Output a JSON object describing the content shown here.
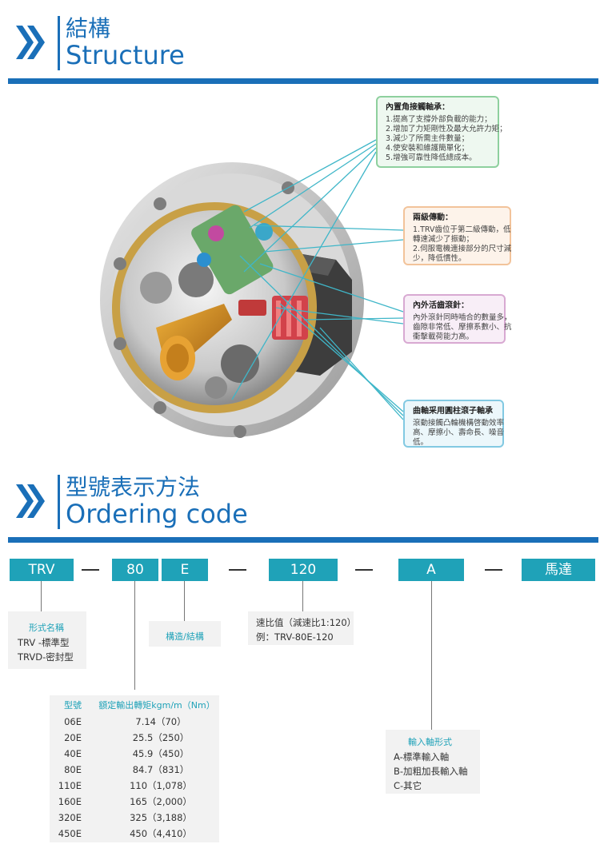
{
  "structure": {
    "title_cn": "結構",
    "title_en": "Structure",
    "callouts": [
      {
        "title": "內置角接觸軸承：",
        "lines": [
          "1.提高了支撐外部負載的能力；",
          "2.增加了力矩剛性及最大允許力矩；",
          "3.減少了所需主件數量；",
          "4.使安裝和維護簡單化；",
          "5.增強可靠性降低總成本。"
        ]
      },
      {
        "title": "兩級傳動：",
        "lines": [
          "1.TRV齒位于第二級傳動，低",
          "   轉速減少了振動；",
          "2.伺服電機連接部分的尺寸減",
          "   少，降低慣性。"
        ]
      },
      {
        "title": "內外活齒滾針：",
        "lines": [
          "內外滾針同時嚙合的數量多，",
          "齒隙非常低、摩擦系數小、抗",
          "衝擊載荷能力高。"
        ]
      },
      {
        "title": "曲軸采用圓柱滾子軸承",
        "lines": [
          "滾動接觸凸輪機構啓動效率",
          "高、摩擦小、壽命長、噪音",
          "低。"
        ]
      }
    ]
  },
  "ordering": {
    "title_cn": "型號表示方法",
    "title_en": "Ordering code",
    "boxes": [
      "TRV",
      "80",
      "E",
      "120",
      "A",
      "馬達"
    ],
    "form": {
      "title": "形式名稱",
      "lines": [
        "TRV  -標準型",
        "TRVD-密封型"
      ]
    },
    "construction": {
      "title": "構造/結構"
    },
    "ratio": {
      "lines": [
        "速比值（減速比1:120）",
        "例：TRV-80E-120"
      ]
    },
    "input": {
      "title": "輸入軸形式",
      "lines": [
        "A-標準輸入軸",
        "B-加粗加長輸入軸",
        "C-其它"
      ]
    },
    "torque_table": {
      "headers": [
        "型號",
        "額定輸出轉矩kgm/m（Nm）"
      ],
      "rows": [
        [
          "06E",
          "7.14（70）"
        ],
        [
          "20E",
          "25.5（250）"
        ],
        [
          "40E",
          "45.9（450）"
        ],
        [
          "80E",
          "84.7（831）"
        ],
        [
          "110E",
          "110（1,078）"
        ],
        [
          "160E",
          "165（2,000）"
        ],
        [
          "320E",
          "325（3,188）"
        ],
        [
          "450E",
          "450（4,410）"
        ]
      ]
    }
  },
  "colors": {
    "brand_blue": "#1a6fb8",
    "teal": "#1fa2b8"
  }
}
